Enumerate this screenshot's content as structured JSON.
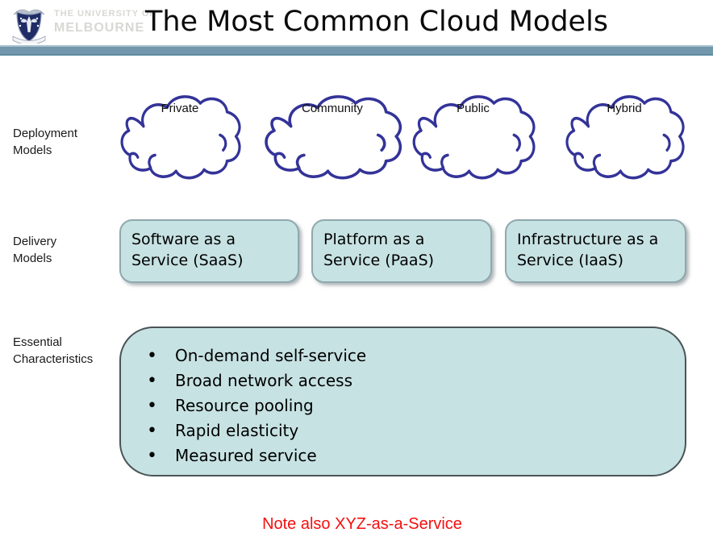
{
  "header": {
    "title": "The Most Common Cloud Models",
    "logo": {
      "line1": "THE UNIVERSITY OF",
      "line2": "MELBOURNE"
    }
  },
  "row_labels": {
    "deployment": "Deployment\nModels",
    "delivery": "Delivery\nModels",
    "essential": "Essential\nCharacteristics"
  },
  "deployment_models": [
    "Private",
    "Community",
    "Public",
    "Hybrid"
  ],
  "delivery_models": [
    "Software as a\nService (SaaS)",
    "Platform as a\nService (PaaS)",
    "Infrastructure as a\nService (IaaS)"
  ],
  "essential_characteristics": [
    "On-demand self-service",
    "Broad network access",
    "Resource pooling",
    "Rapid elasticity",
    "Measured service"
  ],
  "note": "Note also XYZ-as-a-Service",
  "colors": {
    "accent_bar": "#7296ac",
    "cloud_outline": "#333399",
    "panel_fill": "#c7e2e3",
    "panel_border_light": "#8fa8ae",
    "panel_border_dark": "#4a5456",
    "note_red": "#f50f0f"
  }
}
